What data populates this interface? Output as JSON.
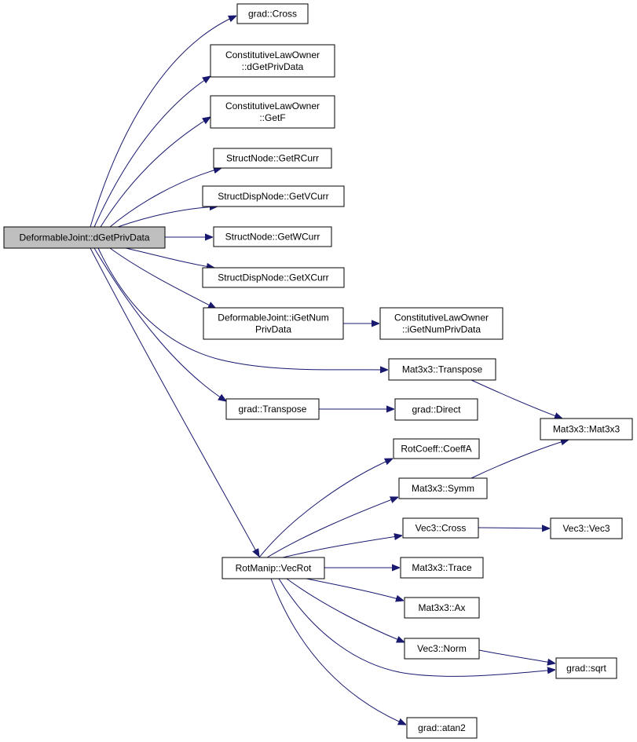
{
  "graph": {
    "accent_color": "#191970",
    "root_fill": "#bfbfbf",
    "node_fill": "#ffffff",
    "nodes": [
      {
        "id": "root",
        "lines": [
          "DeformableJoint::dGetPrivData"
        ],
        "root": true
      },
      {
        "id": "grad_cross",
        "lines": [
          "grad::Cross"
        ]
      },
      {
        "id": "clo_dgetpriv",
        "lines": [
          "ConstitutiveLawOwner",
          "::dGetPrivData"
        ]
      },
      {
        "id": "clo_getf",
        "lines": [
          "ConstitutiveLawOwner",
          "::GetF"
        ]
      },
      {
        "id": "sn_getrcurr",
        "lines": [
          "StructNode::GetRCurr"
        ]
      },
      {
        "id": "sdn_getvcurr",
        "lines": [
          "StructDispNode::GetVCurr"
        ]
      },
      {
        "id": "sn_getwcurr",
        "lines": [
          "StructNode::GetWCurr"
        ]
      },
      {
        "id": "sdn_getxcurr",
        "lines": [
          "StructDispNode::GetXCurr"
        ]
      },
      {
        "id": "dj_igetnum",
        "lines": [
          "DeformableJoint::iGetNum",
          "PrivData"
        ]
      },
      {
        "id": "clo_igetnum",
        "lines": [
          "ConstitutiveLawOwner",
          "::iGetNumPrivData"
        ]
      },
      {
        "id": "m33_transpose",
        "lines": [
          "Mat3x3::Transpose"
        ]
      },
      {
        "id": "grad_transpose",
        "lines": [
          "grad::Transpose"
        ]
      },
      {
        "id": "grad_direct",
        "lines": [
          "grad::Direct"
        ]
      },
      {
        "id": "m33_m33",
        "lines": [
          "Mat3x3::Mat3x3"
        ]
      },
      {
        "id": "rotcoeff",
        "lines": [
          "RotCoeff::CoeffA"
        ]
      },
      {
        "id": "m33_symm",
        "lines": [
          "Mat3x3::Symm"
        ]
      },
      {
        "id": "vec3_cross",
        "lines": [
          "Vec3::Cross"
        ]
      },
      {
        "id": "vec3_vec3",
        "lines": [
          "Vec3::Vec3"
        ]
      },
      {
        "id": "rotmanip",
        "lines": [
          "RotManip::VecRot"
        ]
      },
      {
        "id": "m33_trace",
        "lines": [
          "Mat3x3::Trace"
        ]
      },
      {
        "id": "m33_ax",
        "lines": [
          "Mat3x3::Ax"
        ]
      },
      {
        "id": "vec3_norm",
        "lines": [
          "Vec3::Norm"
        ]
      },
      {
        "id": "grad_sqrt",
        "lines": [
          "grad::sqrt"
        ]
      },
      {
        "id": "grad_atan2",
        "lines": [
          "grad::atan2"
        ]
      }
    ]
  }
}
